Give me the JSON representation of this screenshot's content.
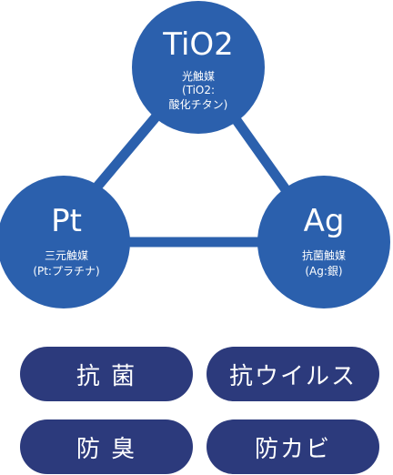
{
  "diagram": {
    "colors": {
      "circle": "#2b60ad",
      "connector": "#2b60ad",
      "pill": "#2c3a7c",
      "text": "#ffffff"
    },
    "nodes": {
      "tio2": {
        "title": "TiO2",
        "line1": "光触媒",
        "line2": "(TiO2:",
        "line3": "酸化チタン)"
      },
      "pt": {
        "title": "Pt",
        "line1": "三元触媒",
        "line2": "(Pt:プラチナ)"
      },
      "ag": {
        "title": "Ag",
        "line1": "抗菌触媒",
        "line2": "(Ag:銀)"
      }
    }
  },
  "features": {
    "antibacterial": "抗 菌",
    "antivirus": "抗ウイルス",
    "deodorize": "防 臭",
    "antimold": "防カビ"
  }
}
